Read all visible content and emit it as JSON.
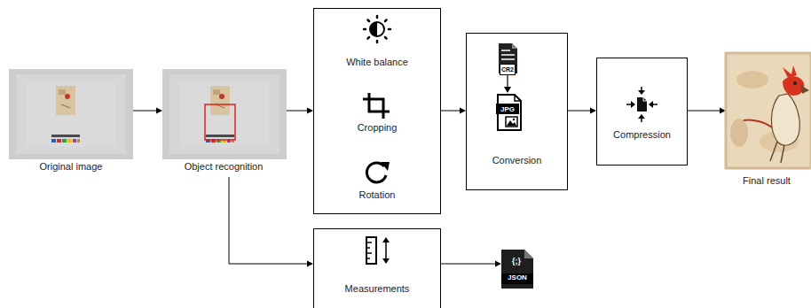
{
  "diagram": {
    "nodes": [
      {
        "text": [
          "Original image"
        ]
      },
      {
        "text": [
          "Object recognition"
        ]
      },
      {
        "text": [
          "White balance",
          "Cropping",
          "Rotation"
        ]
      },
      {
        "text": [
          "Conversion"
        ]
      },
      {
        "text": [
          "Compression"
        ]
      },
      {
        "text": [
          "Final result"
        ]
      },
      {
        "text": [
          "Measurements"
        ]
      },
      {
        "text": [
          "{;}",
          "JSON"
        ]
      }
    ],
    "edges": [
      {
        "from": 0,
        "to": 1,
        "arrow": "to"
      },
      {
        "from": 1,
        "to": 2,
        "arrow": "to"
      },
      {
        "from": 2,
        "to": 3,
        "arrow": "to"
      },
      {
        "from": 3,
        "to": 4,
        "arrow": "to"
      },
      {
        "from": 4,
        "to": 5,
        "arrow": "to"
      },
      {
        "from": 1,
        "to": 6,
        "arrow": "to"
      },
      {
        "from": 6,
        "to": 7,
        "arrow": "to"
      }
    ],
    "labels": [
      "CR2",
      "JPG"
    ]
  }
}
